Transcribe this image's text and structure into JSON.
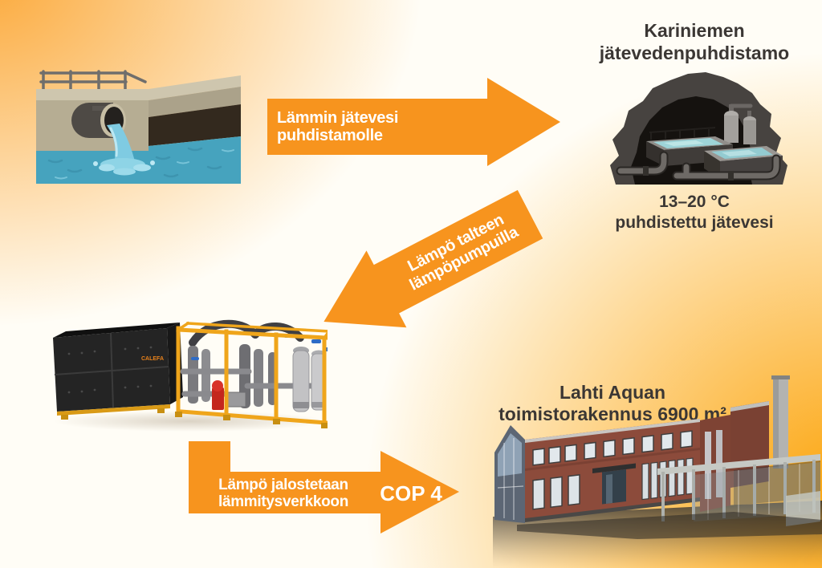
{
  "palette": {
    "arrow_orange": "#F7941E",
    "bg_corner_top_left": "#FBA93A",
    "bg_corner_bottom_right": "#FCA40B",
    "bg_center": "#FFFDF6",
    "text_dark": "#3B3734",
    "text_white": "#FFFFFF"
  },
  "illustrations": {
    "outfall_icon": "wastewater-outfall-illustration",
    "treatment_plant_icon": "rock-cave-treatment-plant-illustration",
    "heat_pump_icon": "heat-pump-skid-render",
    "building_icon": "office-building-render"
  },
  "treatment_plant": {
    "title_line1": "Kariniemen",
    "title_line2": "jätevedenpuhdistamo",
    "caption_line1": "13–20 °C",
    "caption_line2": "puhdistettu jätevesi"
  },
  "heat_pump": {
    "brand_label": "CALEFA"
  },
  "building": {
    "title_line1": "Lahti Aquan",
    "title_line2": "toimistorakennus 6900 m²"
  },
  "arrows": {
    "to_plant": {
      "label": "Lämmin jätevesi puhdistamolle"
    },
    "to_heat_pump": {
      "label_line1": "Lämpö talteen",
      "label_line2": "lämpöpumpuilla"
    },
    "to_building": {
      "label_line1": "Lämpö jalostetaan",
      "label_line2": "lämmitysverkkoon",
      "badge": "COP 4"
    }
  }
}
